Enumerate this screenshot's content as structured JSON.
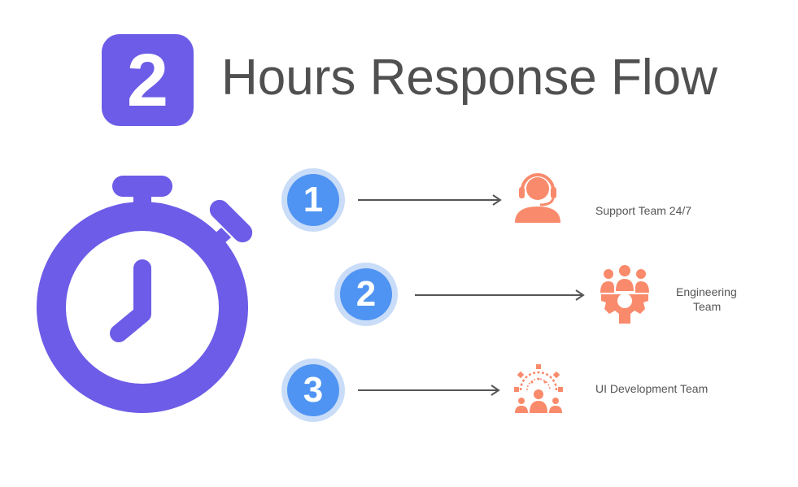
{
  "header": {
    "badge_number": "2",
    "title": "Hours Response Flow"
  },
  "colors": {
    "accent_purple": "#6c5ce7",
    "step_blue": "#4f94f2",
    "step_blue_light": "#c9dcf8",
    "team_orange": "#f98a6c",
    "arrow_gray": "#555555"
  },
  "stopwatch": {
    "icon": "stopwatch-icon"
  },
  "steps": [
    {
      "number": "1",
      "team": "Support Team 24/7",
      "icon": "support-agent-icon"
    },
    {
      "number": "2",
      "team_line1": "Engineering",
      "team_line2": "Team",
      "icon": "engineering-team-gear-icon"
    },
    {
      "number": "3",
      "team": "UI Development Team",
      "icon": "ui-development-team-icon"
    }
  ]
}
